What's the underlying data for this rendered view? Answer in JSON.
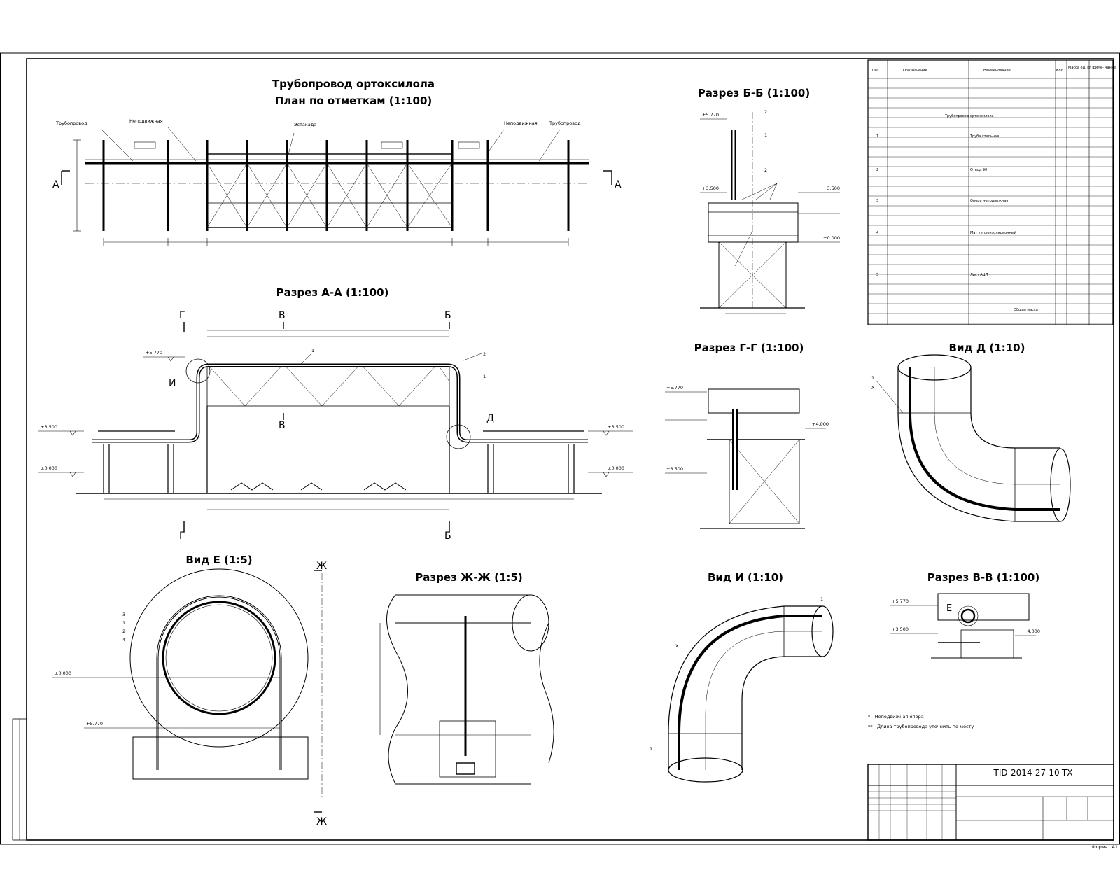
{
  "views": {
    "plan": {
      "title": "Трубопровод ортоксилола",
      "subtitle": "План по отметкам (1:100)"
    },
    "section_aa": {
      "title": "Разрез А-А (1:100)"
    },
    "section_bb": {
      "title": "Разрез Б-Б (1:100)"
    },
    "section_gg": {
      "title": "Разрез Г-Г (1:100)"
    },
    "detail_d": {
      "title": "Вид Д (1:10)"
    },
    "detail_e": {
      "title": "Вид Е (1:5)"
    },
    "section_zh": {
      "title": "Разрез Ж-Ж (1:5)"
    },
    "detail_i": {
      "title": "Вид И (1:10)"
    },
    "section_vv": {
      "title": "Разрез В-В (1:100)"
    }
  },
  "section_marks": {
    "a": "А",
    "b": "Б",
    "v": "В",
    "g": "Г",
    "d": "Д",
    "e": "Е",
    "zh": "Ж",
    "i": "И"
  },
  "elevations": {
    "e1": "+5.770",
    "e2": "+3.500",
    "e3": "±0.000",
    "e4": "+4.000"
  },
  "callouts": {
    "p1": "1",
    "p2": "2",
    "p3": "3",
    "p4": "4",
    "x": "X"
  },
  "spec_table": {
    "headers": [
      "Поз.",
      "Обозначение",
      "Наименование",
      "Кол.",
      "Масса ед. кг",
      "Приме- чание"
    ],
    "rows": [
      [
        "",
        "",
        "Трубопровод ортоксилола",
        "",
        "",
        ""
      ],
      [
        "1",
        "",
        "Труба стальная",
        "",
        "",
        ""
      ],
      [
        "2",
        "",
        "Отвод 90",
        "",
        "",
        ""
      ],
      [
        "3",
        "",
        "Опора неподвижная",
        "",
        "",
        ""
      ],
      [
        "4",
        "",
        "Мат теплоизоляционный",
        "",
        "",
        ""
      ],
      [
        "5",
        "",
        "Лист АЦЛ",
        "",
        "",
        ""
      ],
      [
        "",
        "",
        "Общая масса",
        "",
        "",
        ""
      ]
    ]
  },
  "notes": {
    "n1": "* - Неподвижная опора",
    "n2": "** - Длина трубопровода уточнить по месту"
  },
  "stamp": {
    "code": "TID-2014-27-10-TX",
    "format": "Формат А1"
  }
}
